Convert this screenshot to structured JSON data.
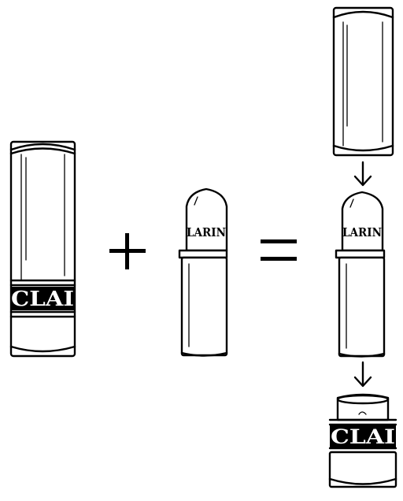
{
  "diagram": {
    "bullet_text": "LARIN",
    "band_text": "CLAI",
    "case_band_text": "CLAI",
    "operators": {
      "plus": "+",
      "equals": "="
    },
    "arrows": [
      "arrow-down",
      "arrow-down"
    ]
  }
}
